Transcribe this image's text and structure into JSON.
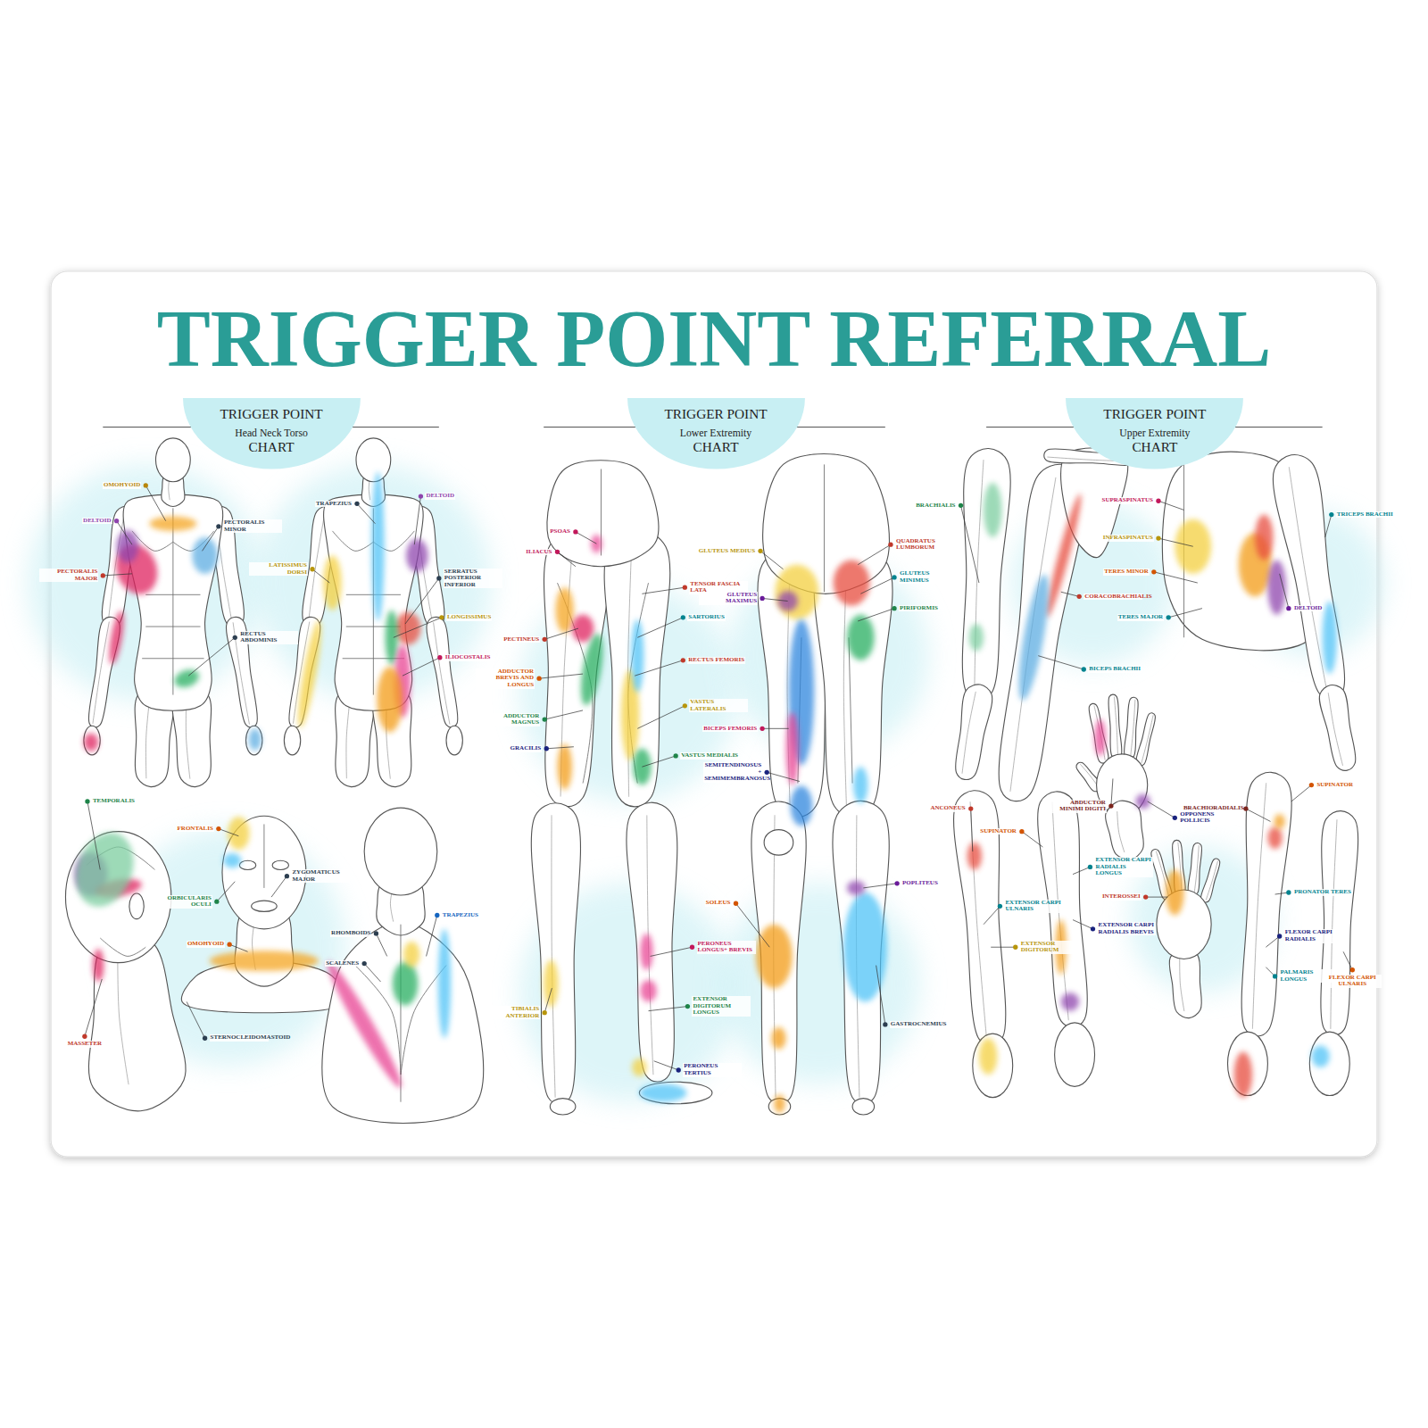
{
  "diagram": {
    "title": "TRIGGER POINT REFERRAL",
    "nodes": [
      {
        "text": [
          "TRIGGER POINT",
          "Head Neck Torso",
          "CHART"
        ]
      },
      {
        "text": [
          "TRIGGER POINT",
          "Lower Extremity",
          "CHART"
        ]
      },
      {
        "text": [
          "TRIGGER POINT",
          "Upper Extremity",
          "CHART"
        ]
      }
    ],
    "labels": [
      "OMOHYOID",
      "DELTOID",
      "PECTORALIS MINOR",
      "PECTORALIS MAJOR",
      "RECTUS ABDOMINIS",
      "TRAPEZIUS",
      "DELTOID",
      "LATISSIMUS DORSI",
      "SERRATUS POSTERIOR INFERIOR",
      "LONGISSIMUS",
      "ILIOCOSTALIS",
      "TEMPORALIS",
      "FRONTALIS",
      "ZYGOMATICUS MAJOR",
      "ORBICULARIS OCULI",
      "OMOHYOID",
      "MASSETER",
      "STERNOCLEIDOMASTOID",
      "RHOMBOIDS",
      "SCALENES",
      "TRAPEZIUS",
      "PSOAS",
      "ILIACUS",
      "PECTINEUS",
      "ADDUCTOR BREVIS AND LONGUS",
      "ADDUCTOR MAGNUS",
      "GRACILIS",
      "TENSOR FASCIA LATA",
      "SARTORIUS",
      "RECTUS FEMORIS",
      "VASTUS LATERALIS",
      "VASTUS MEDIALIS",
      "GLUTEUS MEDIUS",
      "GLUTEUS MAXIMUS",
      "QUADRATUS LUMBORUM",
      "GLUTEUS MINIMUS",
      "PIRIFORMIS",
      "BICEPS FEMORIS",
      "SEMITENDINOSUS + SEMIMEMBRANOSUS",
      "TIBIALIS ANTERIOR",
      "PERONEUS LONGUS+ BREVIS",
      "EXTENSOR DIGITORUM LONGUS",
      "PERONEUS TERTIUS",
      "SOLEUS",
      "POPLITEUS",
      "GASTROCNEMIUS",
      "BRACHIALIS",
      "SUPRASPINATUS",
      "INFRASPINATUS",
      "TERES MINOR",
      "TERES MAJOR",
      "CORACOBRACHIALIS",
      "BICEPS BRACHII",
      "TRICEPS BRACHII",
      "DELTOID",
      "ABDUCTOR MINIMI DIGITI",
      "OPPONENS POLLICIS",
      "ANCONEUS",
      "SUPINATOR",
      "EXTENSOR CARPI ULNARIS",
      "EXTENSOR DIGITORUM",
      "EXTENSOR CARPI RADIALIS LONGUS",
      "INTEROSSEI",
      "EXTENSOR CARPI RADIALIS BREVIS",
      "BRACHIORADIALIS",
      "SUPINATOR",
      "PRONATOR TERES",
      "FLEXOR CARPI RADIALIS",
      "PALMARIS LONGUS",
      "FLEXOR CARPI ULNARIS"
    ]
  }
}
